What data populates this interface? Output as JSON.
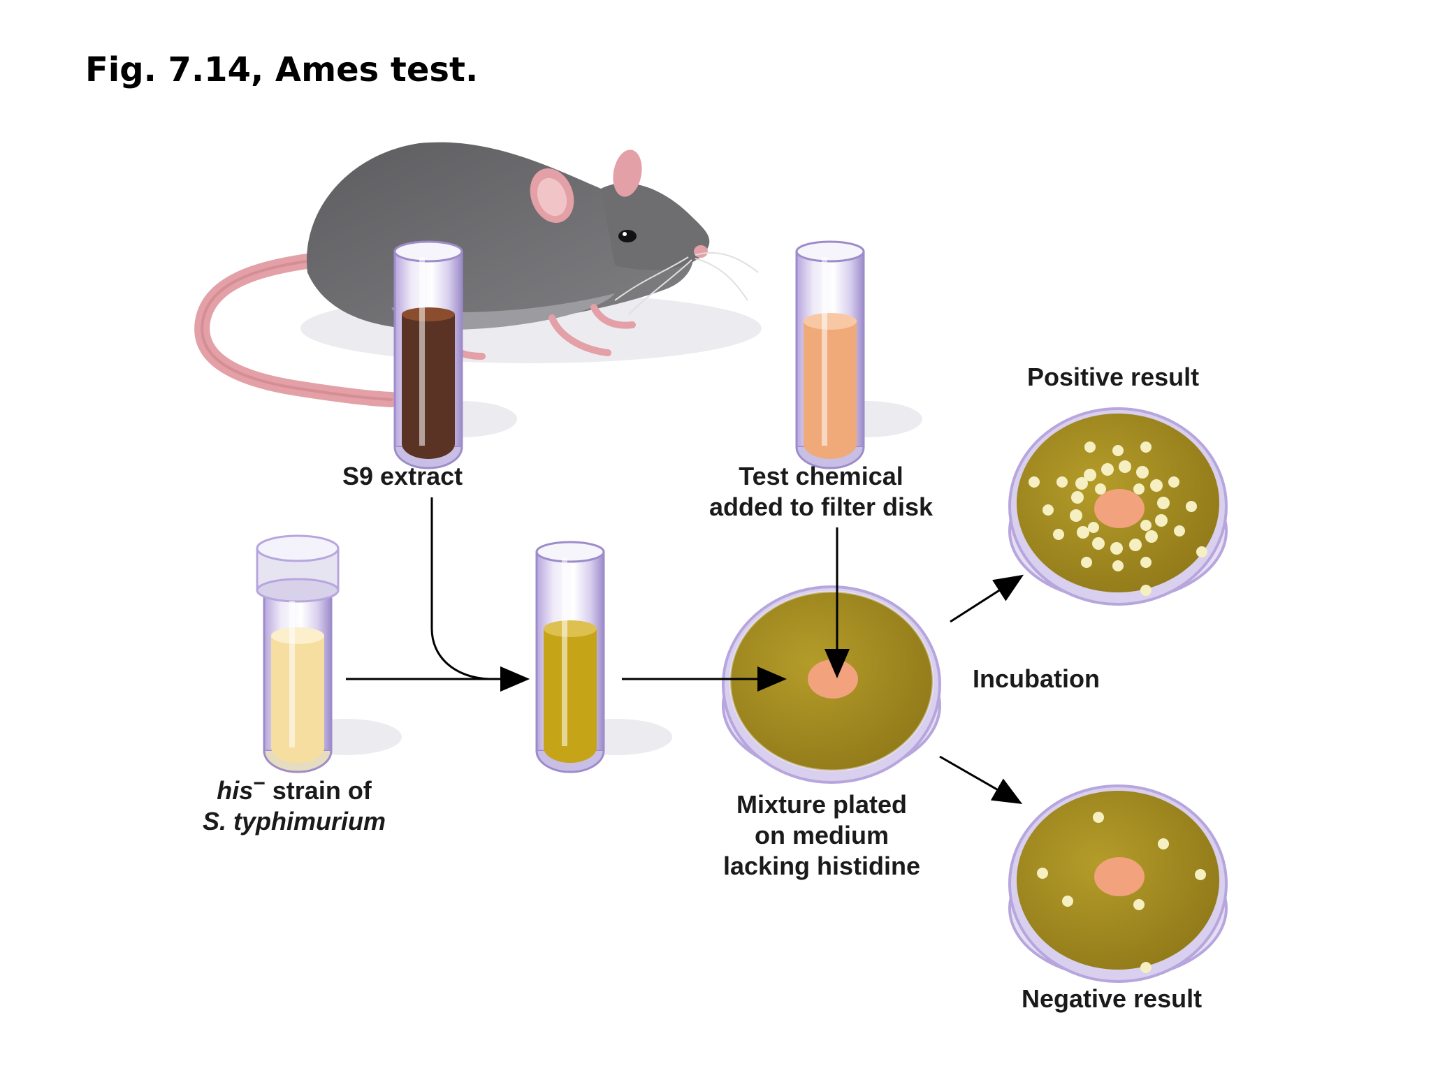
{
  "figure": {
    "title": "Fig. 7.14, Ames test."
  },
  "labels": {
    "s9_extract": "S9 extract",
    "test_chemical_line1": "Test chemical",
    "test_chemical_line2": "added to filter disk",
    "strain_italic": "his",
    "strain_superscript": "−",
    "strain_rest": " strain of",
    "strain_species": "S. typhimurium",
    "mixture_line1": "Mixture plated",
    "mixture_line2": "on medium",
    "mixture_line3": "lacking histidine",
    "incubation": "Incubation",
    "positive_result": "Positive result",
    "negative_result": "Negative result"
  },
  "colors": {
    "rat_fur": "#6e6e70",
    "rat_pink": "#e3a0a6",
    "s9_liquid": "#5a3324",
    "test_chemical_liquid": "#f0a978",
    "bacteria_liquid": "#f6dea0",
    "mixture_liquid": "#c6a418",
    "agar": "#a38b1e",
    "filter_disk": "#f2a27c",
    "colony": "#f6efc2",
    "glass_tint": "#c9bfe6"
  }
}
